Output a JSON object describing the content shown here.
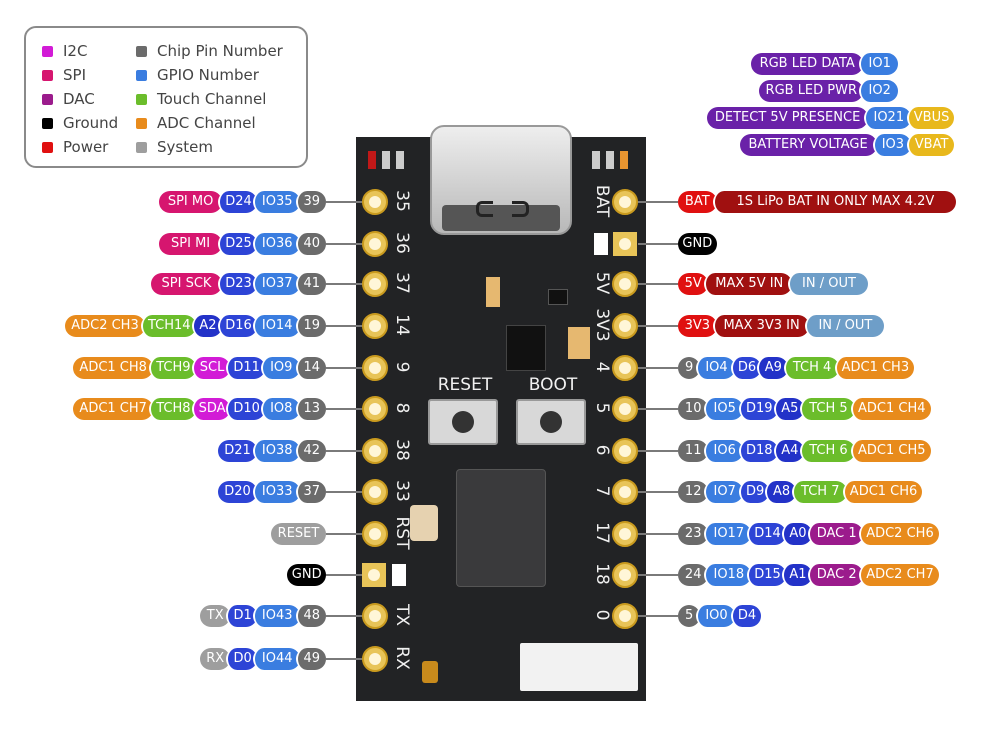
{
  "legend": [
    {
      "label": "I2C",
      "color": "#d21bd6"
    },
    {
      "label": "SPI",
      "color": "#d6166f"
    },
    {
      "label": "DAC",
      "color": "#9b1b8c"
    },
    {
      "label": "Ground",
      "color": "#000000"
    },
    {
      "label": "Power",
      "color": "#e01010"
    },
    {
      "label": "Chip Pin Number",
      "color": "#6b6b6b"
    },
    {
      "label": "GPIO Number",
      "color": "#3a7de0"
    },
    {
      "label": "Touch Channel",
      "color": "#6bbd2b"
    },
    {
      "label": "ADC Channel",
      "color": "#e88b1c"
    },
    {
      "label": "System",
      "color": "#9e9e9e"
    }
  ],
  "status_labels": [
    {
      "pills": [
        {
          "text": "RGB LED DATA",
          "color": "#6a21a8"
        },
        {
          "text": "IO1",
          "color": "#3a7de0"
        }
      ]
    },
    {
      "pills": [
        {
          "text": "RGB LED PWR",
          "color": "#6a21a8"
        },
        {
          "text": "IO2",
          "color": "#3a7de0"
        }
      ]
    },
    {
      "pills": [
        {
          "text": "DETECT 5V PRESENCE",
          "color": "#6a21a8"
        },
        {
          "text": "IO21",
          "color": "#3a7de0"
        },
        {
          "text": "VBUS",
          "color": "#e8b81c"
        }
      ]
    },
    {
      "pills": [
        {
          "text": "BATTERY VOLTAGE",
          "color": "#6a21a8"
        },
        {
          "text": "IO3",
          "color": "#3a7de0"
        },
        {
          "text": "VBAT",
          "color": "#e8b81c"
        }
      ]
    }
  ],
  "board": {
    "silk_left": [
      "35",
      "36",
      "37",
      "14",
      "9",
      "8",
      "38",
      "33",
      "RST",
      "",
      "TX",
      "RX"
    ],
    "silk_right": [
      "BAT",
      "",
      "5V",
      "3V3",
      "4",
      "5",
      "6",
      "7",
      "17",
      "18",
      "0"
    ],
    "reset_label": "RESET",
    "boot_label": "BOOT"
  },
  "left_pins": [
    {
      "pills": [
        {
          "text": "SPI MO",
          "color": "#d6166f"
        },
        {
          "text": "D24",
          "color": "#2d44d6"
        },
        {
          "text": "IO35",
          "color": "#3a7de0"
        },
        {
          "text": "39",
          "color": "#6b6b6b"
        }
      ]
    },
    {
      "pills": [
        {
          "text": "SPI MI",
          "color": "#d6166f"
        },
        {
          "text": "D25",
          "color": "#2d44d6"
        },
        {
          "text": "IO36",
          "color": "#3a7de0"
        },
        {
          "text": "40",
          "color": "#6b6b6b"
        }
      ]
    },
    {
      "pills": [
        {
          "text": "SPI SCK",
          "color": "#d6166f"
        },
        {
          "text": "D23",
          "color": "#2d44d6"
        },
        {
          "text": "IO37",
          "color": "#3a7de0"
        },
        {
          "text": "41",
          "color": "#6b6b6b"
        }
      ]
    },
    {
      "pills": [
        {
          "text": "ADC2 CH3",
          "color": "#e88b1c"
        },
        {
          "text": "TCH14",
          "color": "#6bbd2b"
        },
        {
          "text": "A2",
          "color": "#2332c8"
        },
        {
          "text": "D16",
          "color": "#2d44d6"
        },
        {
          "text": "IO14",
          "color": "#3a7de0"
        },
        {
          "text": "19",
          "color": "#6b6b6b"
        }
      ]
    },
    {
      "pills": [
        {
          "text": "ADC1 CH8",
          "color": "#e88b1c"
        },
        {
          "text": "TCH9",
          "color": "#6bbd2b"
        },
        {
          "text": "SCL",
          "color": "#d21bd6"
        },
        {
          "text": "D11",
          "color": "#2d44d6"
        },
        {
          "text": "IO9",
          "color": "#3a7de0"
        },
        {
          "text": "14",
          "color": "#6b6b6b"
        }
      ]
    },
    {
      "pills": [
        {
          "text": "ADC1 CH7",
          "color": "#e88b1c"
        },
        {
          "text": "TCH8",
          "color": "#6bbd2b"
        },
        {
          "text": "SDA",
          "color": "#d21bd6"
        },
        {
          "text": "D10",
          "color": "#2d44d6"
        },
        {
          "text": "IO8",
          "color": "#3a7de0"
        },
        {
          "text": "13",
          "color": "#6b6b6b"
        }
      ]
    },
    {
      "pills": [
        {
          "text": "D21",
          "color": "#2d44d6"
        },
        {
          "text": "IO38",
          "color": "#3a7de0"
        },
        {
          "text": "42",
          "color": "#6b6b6b"
        }
      ]
    },
    {
      "pills": [
        {
          "text": "D20",
          "color": "#2d44d6"
        },
        {
          "text": "IO33",
          "color": "#3a7de0"
        },
        {
          "text": "37",
          "color": "#6b6b6b"
        }
      ]
    },
    {
      "pills": [
        {
          "text": "RESET",
          "color": "#9e9e9e"
        }
      ]
    },
    {
      "pills": [
        {
          "text": "GND",
          "color": "#000000"
        }
      ]
    },
    {
      "pills": [
        {
          "text": "TX",
          "color": "#9e9e9e"
        },
        {
          "text": "D1",
          "color": "#2d44d6"
        },
        {
          "text": "IO43",
          "color": "#3a7de0"
        },
        {
          "text": "48",
          "color": "#6b6b6b"
        }
      ]
    },
    {
      "pills": [
        {
          "text": "RX",
          "color": "#9e9e9e"
        },
        {
          "text": "D0",
          "color": "#2d44d6"
        },
        {
          "text": "IO44",
          "color": "#3a7de0"
        },
        {
          "text": "49",
          "color": "#6b6b6b"
        }
      ]
    }
  ],
  "right_pins": [
    {
      "pills": [
        {
          "text": "BAT",
          "color": "#e01010"
        },
        {
          "text": "1S LiPo BAT IN ONLY MAX 4.2V",
          "color": "#a01010"
        }
      ]
    },
    {
      "pills": [
        {
          "text": "GND",
          "color": "#000000"
        }
      ]
    },
    {
      "pills": [
        {
          "text": "5V",
          "color": "#e01010"
        },
        {
          "text": "MAX 5V IN",
          "color": "#a01010"
        },
        {
          "text": "IN / OUT",
          "color": "#6e9ec8"
        }
      ]
    },
    {
      "pills": [
        {
          "text": "3V3",
          "color": "#e01010"
        },
        {
          "text": "MAX 3V3 IN",
          "color": "#a01010"
        },
        {
          "text": "IN / OUT",
          "color": "#6e9ec8"
        }
      ]
    },
    {
      "pills": [
        {
          "text": "9",
          "color": "#6b6b6b"
        },
        {
          "text": "IO4",
          "color": "#3a7de0"
        },
        {
          "text": "D6",
          "color": "#2d44d6"
        },
        {
          "text": "A9",
          "color": "#2332c8"
        },
        {
          "text": "TCH 4",
          "color": "#6bbd2b"
        },
        {
          "text": "ADC1 CH3",
          "color": "#e88b1c"
        }
      ]
    },
    {
      "pills": [
        {
          "text": "10",
          "color": "#6b6b6b"
        },
        {
          "text": "IO5",
          "color": "#3a7de0"
        },
        {
          "text": "D19",
          "color": "#2d44d6"
        },
        {
          "text": "A5",
          "color": "#2332c8"
        },
        {
          "text": "TCH 5",
          "color": "#6bbd2b"
        },
        {
          "text": "ADC1 CH4",
          "color": "#e88b1c"
        }
      ]
    },
    {
      "pills": [
        {
          "text": "11",
          "color": "#6b6b6b"
        },
        {
          "text": "IO6",
          "color": "#3a7de0"
        },
        {
          "text": "D18",
          "color": "#2d44d6"
        },
        {
          "text": "A4",
          "color": "#2332c8"
        },
        {
          "text": "TCH 6",
          "color": "#6bbd2b"
        },
        {
          "text": "ADC1 CH5",
          "color": "#e88b1c"
        }
      ]
    },
    {
      "pills": [
        {
          "text": "12",
          "color": "#6b6b6b"
        },
        {
          "text": "IO7",
          "color": "#3a7de0"
        },
        {
          "text": "D9",
          "color": "#2d44d6"
        },
        {
          "text": "A8",
          "color": "#2332c8"
        },
        {
          "text": "TCH 7",
          "color": "#6bbd2b"
        },
        {
          "text": "ADC1 CH6",
          "color": "#e88b1c"
        }
      ]
    },
    {
      "pills": [
        {
          "text": "23",
          "color": "#6b6b6b"
        },
        {
          "text": "IO17",
          "color": "#3a7de0"
        },
        {
          "text": "D14",
          "color": "#2d44d6"
        },
        {
          "text": "A0",
          "color": "#2332c8"
        },
        {
          "text": "DAC 1",
          "color": "#9b1b8c"
        },
        {
          "text": "ADC2 CH6",
          "color": "#e88b1c"
        }
      ]
    },
    {
      "pills": [
        {
          "text": "24",
          "color": "#6b6b6b"
        },
        {
          "text": "IO18",
          "color": "#3a7de0"
        },
        {
          "text": "D15",
          "color": "#2d44d6"
        },
        {
          "text": "A1",
          "color": "#2332c8"
        },
        {
          "text": "DAC 2",
          "color": "#9b1b8c"
        },
        {
          "text": "ADC2 CH7",
          "color": "#e88b1c"
        }
      ]
    },
    {
      "pills": [
        {
          "text": "5",
          "color": "#6b6b6b"
        },
        {
          "text": "IO0",
          "color": "#3a7de0"
        },
        {
          "text": "D4",
          "color": "#2d44d6"
        }
      ]
    }
  ]
}
